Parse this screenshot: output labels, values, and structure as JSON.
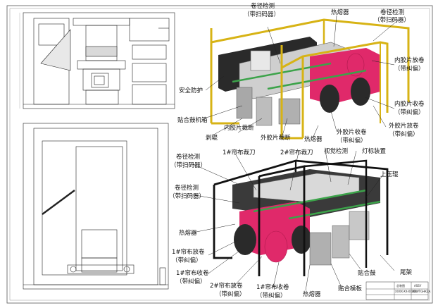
{
  "labels": {
    "top": {
      "reel_detect_a": "卷径检测",
      "reel_detect_a_sub": "（带扫码器）",
      "heat_sealer": "热熔器",
      "reel_detect_b": "卷径检测",
      "reel_detect_b_sub": "（带扫码器）",
      "safety_guard": "安全防护",
      "inner_unwind": "内胶片放卷",
      "inner_unwind_sub": "（带纠偏）",
      "inner_rewind": "内胶片收卷",
      "inner_rewind_sub": "（带纠偏）",
      "laminating_roll": "贴合鼓机箱",
      "outer_unwind": "外胶片放卷",
      "outer_unwind_sub": "（带纠偏）",
      "inner_cutter": "内胶片裁断",
      "peel_roll": "剥辊",
      "outer_cutter": "外胶片裁断",
      "heat_sealer_b": "热熔器",
      "outer_rewind": "外胶片收卷",
      "outer_rewind_sub": "（带纠偏）"
    },
    "bottom": {
      "cloth_knife": "1#帘布裁刀",
      "cloth_knife2": "2#帘布裁刀",
      "vision": "视觉检测",
      "lamp": "灯标装置",
      "reel_detect_c": "卷径检测",
      "reel_detect_c_sub": "（带扫码器）",
      "reel_detect_d": "卷径检测",
      "reel_detect_d_sub": "（带扫码器）",
      "press_roll": "上压辊",
      "heat_sealer": "热熔器",
      "cloth_unwind": "1#帘布放卷",
      "cloth_unwind_sub": "（带纠偏）",
      "cloth_rewind": "1#帘布收卷",
      "cloth_rewind_sub": "（带纠偏）",
      "cloth2_unwind": "2#帘布放卷",
      "cloth2_unwind_sub": "（带纠偏）",
      "cloth2_rewind": "1#帘布收卷",
      "cloth2_rewind_sub": "（带纠偏）",
      "drum": "贴合鼓",
      "tail_frame": "尾架",
      "heat_sealer_b": "热熔器",
      "lam_template": "贴合模板"
    }
  },
  "title_block": {
    "cell_a": "总装图",
    "cell_b": "ASSY",
    "cell_c": "XXXX-XX-XX-XX",
    "cell_d": "DRWTGHKZA"
  },
  "colors": {
    "frame_yellow": "#d7b315",
    "magenta": "#e0296a",
    "drum_dark": "#2a2a2a",
    "green_rail": "#3ca34a",
    "grey_box": "#a8a8a8"
  }
}
